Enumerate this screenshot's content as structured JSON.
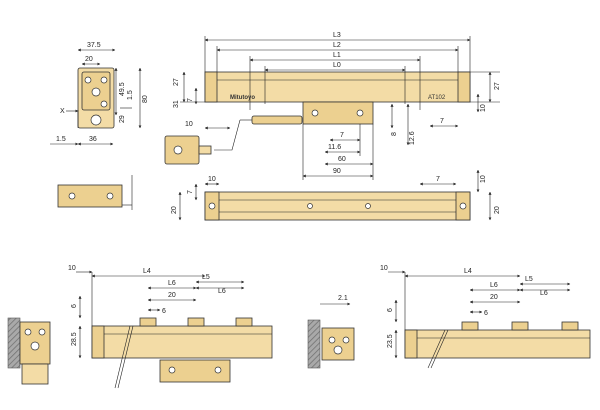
{
  "colors": {
    "body": "#f3dca6",
    "body_shadow": "#ecd090",
    "line": "#222222",
    "wall": "#8a8a8a"
  },
  "labels": {
    "brand": "Mitutoyo",
    "model": "AT102",
    "x_marker": "X"
  },
  "top_view": {
    "L3": "L3",
    "L2": "L2",
    "L1": "L1",
    "L0": "L0",
    "d27_left": "27",
    "d31": "31",
    "d7_left": "7",
    "d10_left": "10",
    "d7_center": "7",
    "d11_6": "11.6",
    "d60": "60",
    "d90": "90",
    "d8": "8",
    "d12_6": "12.6",
    "d7_right": "7",
    "d27_right": "27",
    "d10_right": "10"
  },
  "end_view": {
    "d37_5": "37.5",
    "d20": "20",
    "d49_5": "49.5",
    "d1_5_top": "1.5",
    "d80": "80",
    "d29": "29",
    "d1_5_bottom": "1.5",
    "d36": "36"
  },
  "bottom_view": {
    "d10": "10",
    "d7": "7",
    "d20": "20",
    "d7_right": "7",
    "d10_right": "10",
    "d20_right": "20"
  },
  "left_mount": {
    "d10": "10",
    "L4": "L4",
    "L6_a": "L6",
    "L5": "L5",
    "L6_b": "L6",
    "d20": "20",
    "d6_top": "6",
    "d28_5": "28.5",
    "d6": "6"
  },
  "right_mount": {
    "d2_1": "2.1",
    "d10": "10",
    "L4": "L4",
    "L6_a": "L6",
    "L5": "L5",
    "L6_b": "L6",
    "d20": "20",
    "d6_top": "6",
    "d23_5": "23.5",
    "d6": "6"
  }
}
